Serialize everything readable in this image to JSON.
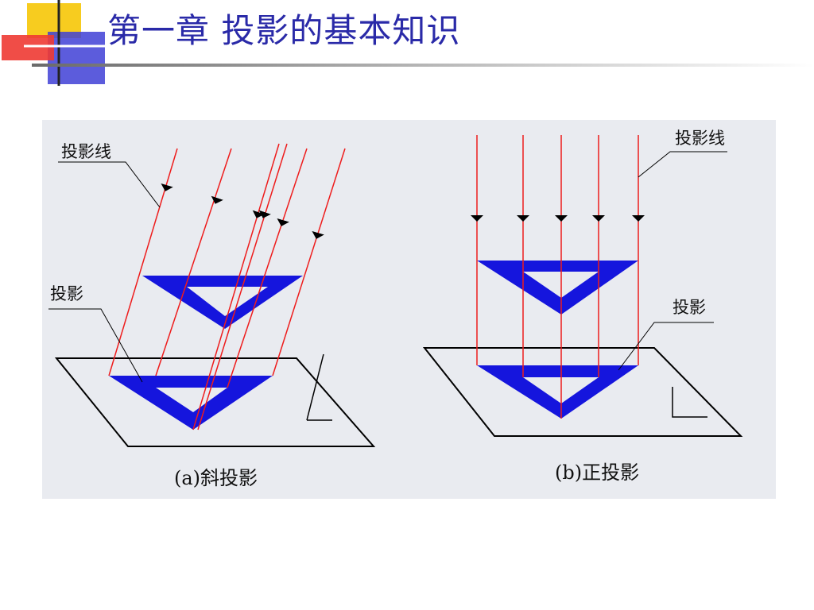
{
  "slide": {
    "title": "第一章 投影的基本知识"
  },
  "colors": {
    "title": "#2a2aa8",
    "triangle": "#1515dd",
    "projection_line": "#ee1c1c",
    "panel_bg": "#e9ebf0",
    "logo_yellow": "#f7cc1f",
    "logo_red": "#ee3a33",
    "logo_blue": "#4040d6"
  },
  "diagram_a": {
    "projection_line_label": "投影线",
    "projection_label": "投影",
    "caption": "(a)斜投影"
  },
  "diagram_b": {
    "projection_line_label": "投影线",
    "projection_label": "投影",
    "caption": "(b)正投影"
  }
}
